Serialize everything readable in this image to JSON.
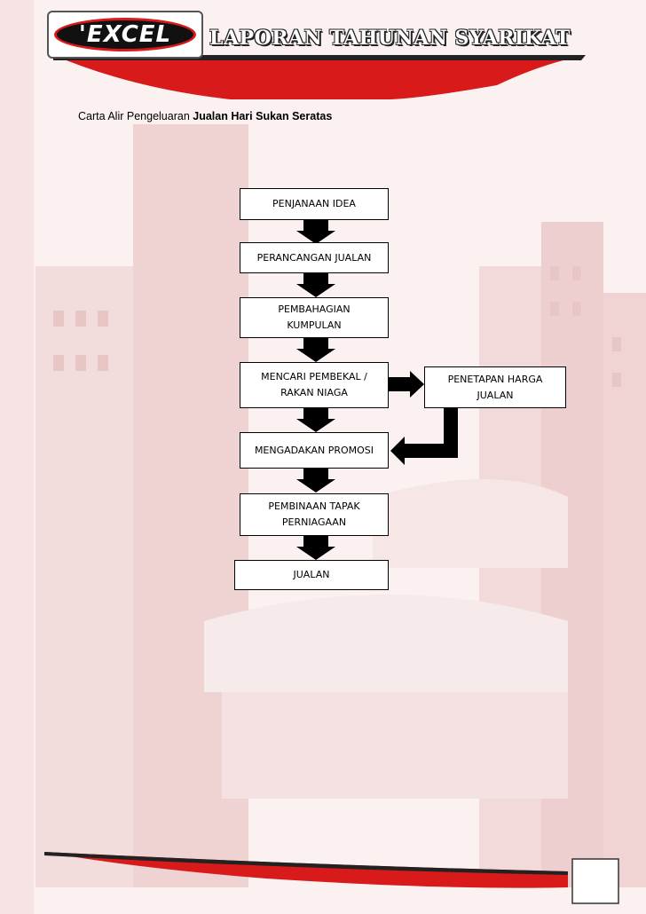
{
  "header": {
    "logo_text": "'EXCEL",
    "report_title": "LAPORAN TAHUNAN SYARIKAT"
  },
  "caption": {
    "prefix": "Carta Alir Pengeluaran ",
    "bold": "Jualan Hari Sukan Seratas"
  },
  "flowchart": {
    "nodes": [
      {
        "id": "n1",
        "label": "PENJANAAN IDEA"
      },
      {
        "id": "n2",
        "label": "PERANCANGAN JUALAN"
      },
      {
        "id": "n3",
        "label": "PEMBAHAGIAN KUMPULAN"
      },
      {
        "id": "n4",
        "label": "MENCARI PEMBEKAL / RAKAN NIAGA"
      },
      {
        "id": "n5",
        "label": "PENETAPAN HARGA JUALAN"
      },
      {
        "id": "n6",
        "label": "MENGADAKAN PROMOSI"
      },
      {
        "id": "n7",
        "label": "PEMBINAAN TAPAK PERNIAGAAN"
      },
      {
        "id": "n8",
        "label": "JUALAN"
      }
    ],
    "edges": [
      {
        "from": "n1",
        "to": "n2"
      },
      {
        "from": "n2",
        "to": "n3"
      },
      {
        "from": "n3",
        "to": "n4"
      },
      {
        "from": "n4",
        "to": "n5"
      },
      {
        "from": "n4",
        "to": "n6"
      },
      {
        "from": "n5",
        "to": "n6"
      },
      {
        "from": "n6",
        "to": "n7"
      },
      {
        "from": "n7",
        "to": "n8"
      }
    ]
  },
  "colors": {
    "accent_red": "#d81a1a",
    "background": "#fbf1f1",
    "building": "#f0d6d6"
  }
}
